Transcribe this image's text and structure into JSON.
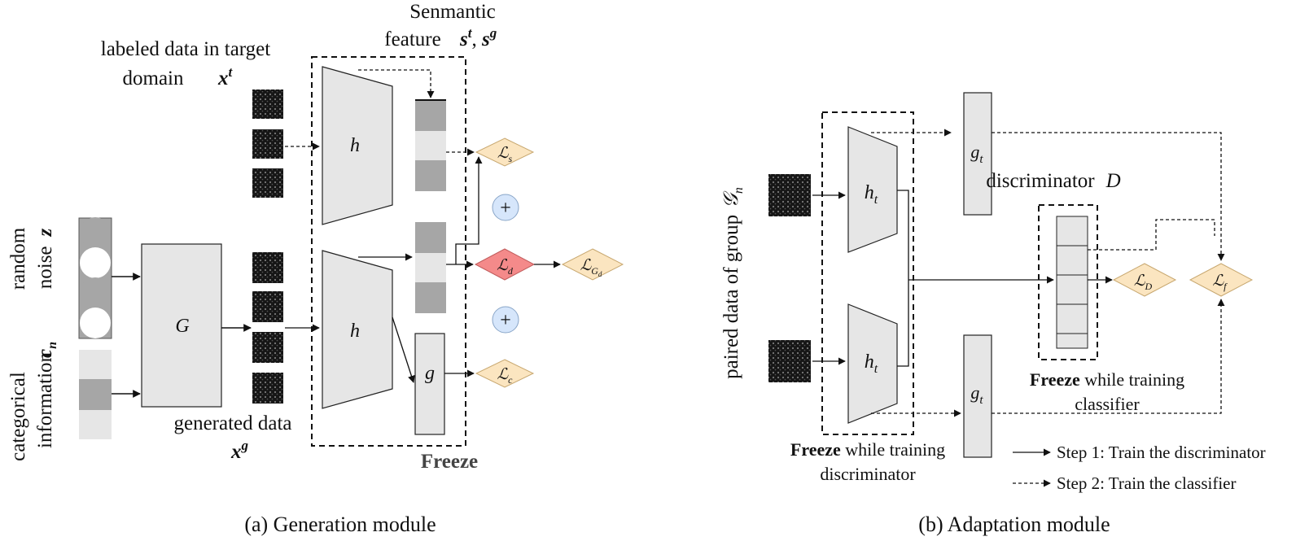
{
  "panel_a": {
    "label_semantic_1": "Senmantic",
    "label_semantic_2": "feature",
    "label_semantic_vars": "s",
    "label_semantic_sup_t": "t",
    "label_semantic_sup_g": "g",
    "label_labeled_1": "labeled data in target",
    "label_labeled_2": "domain",
    "label_labeled_var": "x",
    "label_labeled_sup": "t",
    "label_noise_1": "random",
    "label_noise_2": "noise",
    "label_noise_var": "z",
    "label_cat_1": "categorical",
    "label_cat_2": "information",
    "label_cat_var": "c",
    "label_cat_sub": "n",
    "label_generated": "generated data",
    "label_generated_var": "x",
    "label_generated_sup": "g",
    "generator": "G",
    "encoder_top": "h",
    "encoder_bottom": "h",
    "classifier": "g",
    "loss_s": "ℒ",
    "loss_s_sub": "s",
    "loss_d": "ℒ",
    "loss_d_sub": "d",
    "loss_c": "ℒ",
    "loss_c_sub": "c",
    "loss_gd": "ℒ",
    "loss_gd_sub": "G",
    "loss_gd_subsub": "d",
    "plus": "+",
    "freeze": "Freeze",
    "caption": "(a)  Generation module"
  },
  "panel_b": {
    "label_paired": "paired data of group",
    "label_paired_var": "𝒢",
    "label_paired_sub": "n",
    "encoder_top": "h",
    "encoder_top_sub": "t",
    "encoder_bottom": "h",
    "encoder_bottom_sub": "t",
    "classifier_top": "g",
    "classifier_top_sub": "t",
    "classifier_bottom": "g",
    "classifier_bottom_sub": "t",
    "label_disc": "discriminator",
    "label_disc_var": "D",
    "loss_D": "ℒ",
    "loss_D_sub": "D",
    "loss_f": "ℒ",
    "loss_f_sub": "f",
    "freeze_left_bold": "Freeze",
    "freeze_left_rest": " while training",
    "freeze_left_2": "discriminator",
    "freeze_right_bold": "Freeze",
    "freeze_right_rest": " while training",
    "freeze_right_2": "classifier",
    "legend_step1": "Step 1: Train the discriminator",
    "legend_step2": "Step 2: Train the classifier",
    "caption": "(b)  Adaptation module"
  },
  "colors": {
    "block_fill": "#e6e6e6",
    "dark_gray": "#a6a6a6",
    "loss_fill": "#fbe5c0",
    "loss_d_fill": "#f48a8a",
    "plus_fill": "#d6e6fb"
  }
}
